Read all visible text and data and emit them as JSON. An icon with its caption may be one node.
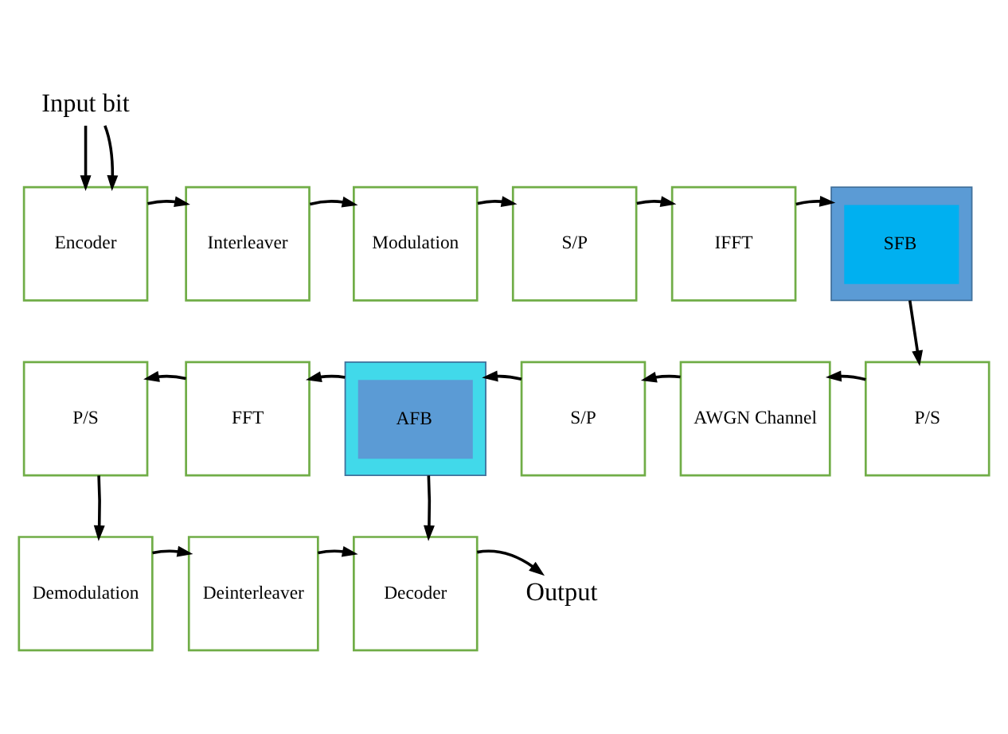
{
  "diagram": {
    "nodes": [
      {
        "text": [
          "Input bit"
        ]
      },
      {
        "text": [
          "Encoder"
        ]
      },
      {
        "text": [
          "Interleaver"
        ]
      },
      {
        "text": [
          "Modulation"
        ]
      },
      {
        "text": [
          "S/P"
        ]
      },
      {
        "text": [
          "IFFT"
        ]
      },
      {
        "text": [
          "SFB"
        ]
      },
      {
        "text": [
          "P/S"
        ]
      },
      {
        "text": [
          "FFT"
        ]
      },
      {
        "text": [
          "AFB"
        ]
      },
      {
        "text": [
          "S/P"
        ]
      },
      {
        "text": [
          "AWGN Channel"
        ]
      },
      {
        "text": [
          "P/S"
        ]
      },
      {
        "text": [
          "Demodulation"
        ]
      },
      {
        "text": [
          "Deinterleaver"
        ]
      },
      {
        "text": [
          "Decoder"
        ]
      },
      {
        "text": [
          "Output"
        ]
      }
    ],
    "edges": [
      {
        "from": 0,
        "to": 1,
        "arrow": "to"
      },
      {
        "from": 0,
        "to": 1,
        "arrow": "to"
      },
      {
        "from": 1,
        "to": 2,
        "arrow": "to"
      },
      {
        "from": 2,
        "to": 3,
        "arrow": "to"
      },
      {
        "from": 3,
        "to": 4,
        "arrow": "to"
      },
      {
        "from": 4,
        "to": 5,
        "arrow": "to"
      },
      {
        "from": 5,
        "to": 6,
        "arrow": "to"
      },
      {
        "from": 6,
        "to": 12,
        "arrow": "to"
      },
      {
        "from": 12,
        "to": 11,
        "arrow": "to"
      },
      {
        "from": 11,
        "to": 10,
        "arrow": "to"
      },
      {
        "from": 10,
        "to": 9,
        "arrow": "to"
      },
      {
        "from": 9,
        "to": 8,
        "arrow": "to"
      },
      {
        "from": 8,
        "to": 7,
        "arrow": "to"
      },
      {
        "from": 7,
        "to": 13,
        "arrow": "to"
      },
      {
        "from": 9,
        "to": 15,
        "arrow": "to"
      },
      {
        "from": 13,
        "to": 14,
        "arrow": "to"
      },
      {
        "from": 14,
        "to": 15,
        "arrow": "to"
      },
      {
        "from": 15,
        "to": 16,
        "arrow": "to"
      }
    ]
  }
}
